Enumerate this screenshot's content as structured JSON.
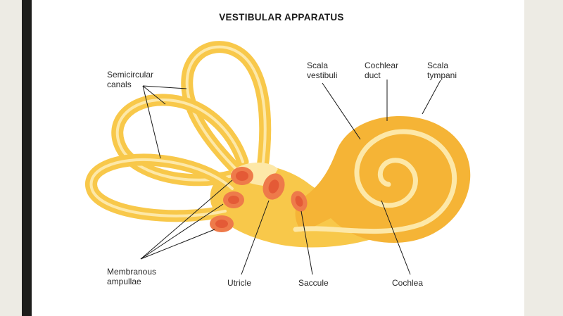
{
  "title": "VESTIBULAR APPARATUS",
  "labels": {
    "semicircular_canals": [
      "Semicircular",
      "canals"
    ],
    "scala_vestibuli": [
      "Scala",
      "vestibuli"
    ],
    "cochlear_duct": [
      "Cochlear",
      "duct"
    ],
    "scala_tympani": [
      "Scala",
      "tympani"
    ],
    "membranous_ampullae": [
      "Membranous",
      "ampullae"
    ],
    "utricle": "Utricle",
    "saccule": "Saccule",
    "cochlea": "Cochlea"
  },
  "colors": {
    "canal": "#f8c84a",
    "canal_inner": "#fde8a8",
    "cochlea": "#f5b436",
    "ampulla": "#ee7a4a",
    "ampulla_inner": "#e45a36",
    "leader_line": "#1a1a1a"
  }
}
